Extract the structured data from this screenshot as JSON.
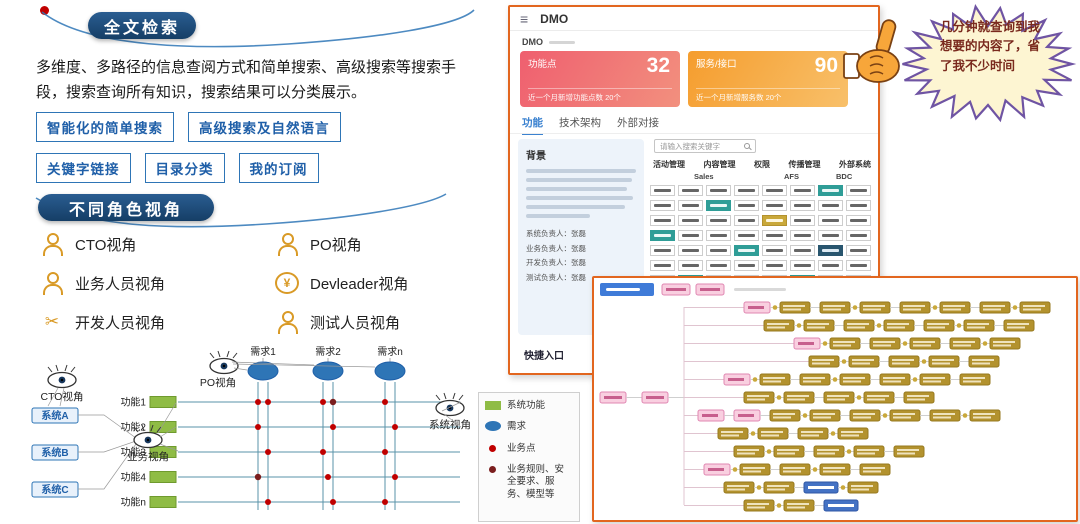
{
  "left": {
    "fulltext": {
      "title": "全文检索",
      "paragraph": "多维度、多路径的信息查阅方式和简单搜索、高级搜索等搜索手段，搜索查询所有知识，搜索结果可以分类展示。",
      "tags": [
        "智能化的简单搜索",
        "高级搜索及自然语言",
        "关键字链接",
        "目录分类",
        "我的订阅"
      ]
    },
    "roles_section": {
      "title": "不同角色视角",
      "roles": [
        {
          "label": "CTO视角",
          "icon": "cto-icon"
        },
        {
          "label": "PO视角",
          "icon": "po-icon"
        },
        {
          "label": "业务人员视角",
          "icon": "business-person-icon"
        },
        {
          "label": "Devleader视角",
          "icon": "devleader-icon"
        },
        {
          "label": "开发人员视角",
          "icon": "developer-icon"
        },
        {
          "label": "测试人员视角",
          "icon": "tester-icon"
        }
      ]
    }
  },
  "diagram": {
    "requirements": [
      "需求1",
      "需求2",
      "需求n"
    ],
    "functions": [
      "功能1",
      "功能2",
      "功能3",
      "功能4",
      "功能n"
    ],
    "systems": [
      "系统A",
      "系统B",
      "系统C"
    ],
    "views": {
      "cto": "CTO视角",
      "po": "PO视角",
      "business": "业务视角",
      "system": "系统视角"
    },
    "legend": [
      {
        "swatch": "green-rect",
        "label": "系统功能"
      },
      {
        "swatch": "blue-ellipse",
        "label": "需求"
      },
      {
        "swatch": "red-dot",
        "label": "业务点"
      },
      {
        "swatch": "darkred-dot",
        "label": "业务规则、安全要求、服务、模型等"
      }
    ]
  },
  "app": {
    "title": "DMO",
    "breadcrumb": "DMO",
    "stats": [
      {
        "label": "功能点",
        "value": "32",
        "subtitle": "近一个月新增功能点数 20个",
        "theme": "red"
      },
      {
        "label": "服务/接口",
        "value": "90",
        "subtitle": "近一个月新增服务数 20个",
        "theme": "orange"
      }
    ],
    "tabs": [
      {
        "label": "功能",
        "active": true
      },
      {
        "label": "技术架构",
        "active": false
      },
      {
        "label": "外部对接",
        "active": false
      }
    ],
    "background_title": "背景",
    "owners": [
      {
        "label": "系统负责人",
        "value": "张磊"
      },
      {
        "label": "业务负责人",
        "value": "张磊"
      },
      {
        "label": "开发负责人",
        "value": "张磊"
      },
      {
        "label": "测试负责人",
        "value": "张磊"
      }
    ],
    "quick_entry": "快捷入口",
    "search_placeholder": "请输入搜索关键字",
    "grid_headers": [
      "活动管理",
      "内容管理",
      "权限",
      "传播管理",
      "外部系统"
    ],
    "grid_groups": [
      "Sales",
      "AFS",
      "BDC"
    ]
  },
  "bubble": {
    "text": "几分钟就查询到我想要的内容了，省了我不少时间"
  },
  "colors": {
    "accent_blue": "#2e75b6",
    "navy_pill": "#153e66",
    "orange_border": "#e2661f",
    "red_dot": "#c00000",
    "green_function": "#8fbc45",
    "gold_node": "#b3922e",
    "pink_node": "#f9cfe0"
  }
}
